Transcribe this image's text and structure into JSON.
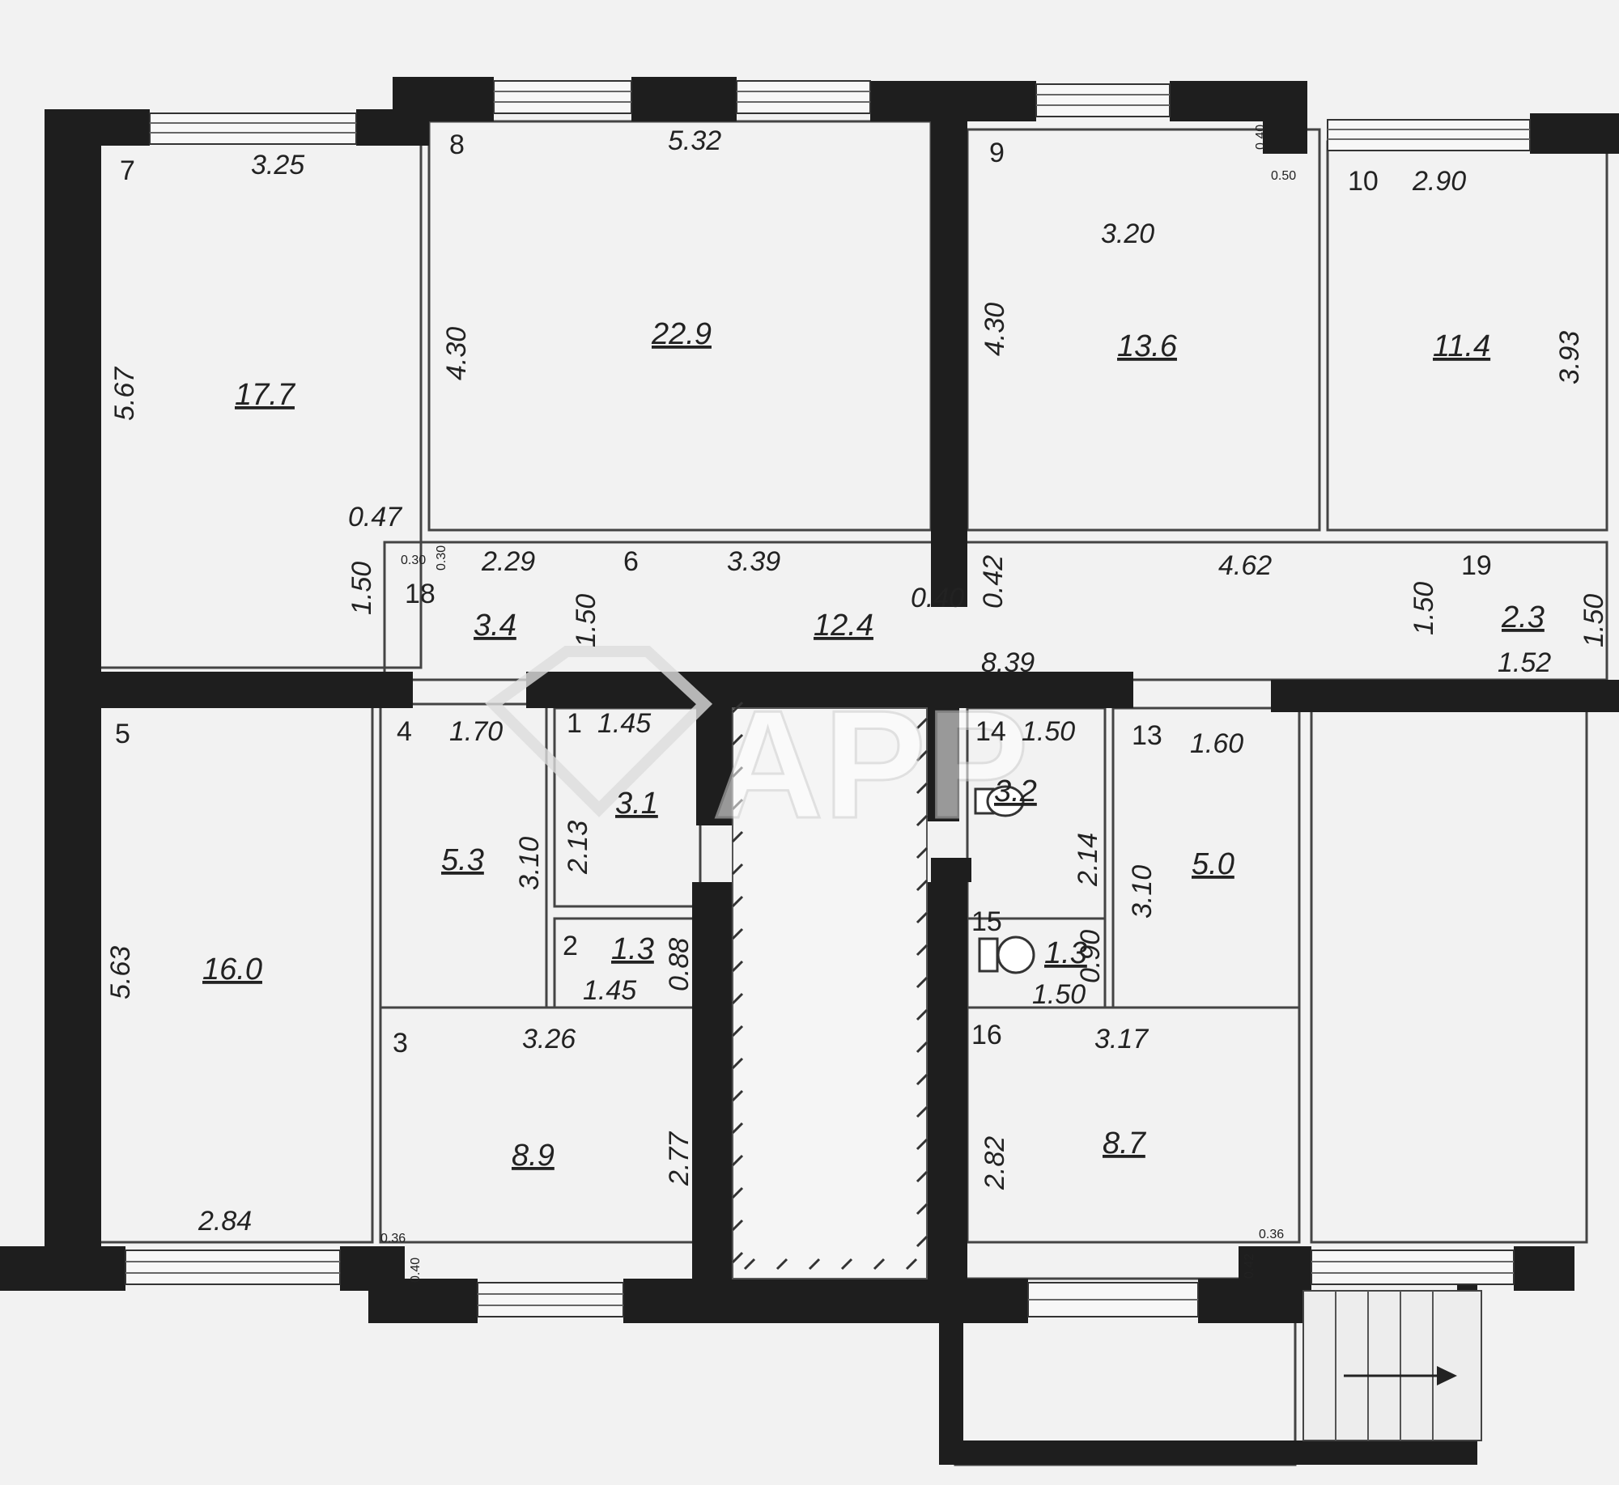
{
  "watermark": "APP",
  "colors": {
    "wall": "#1e1e1e",
    "background": "#f2f2f2",
    "ink": "#222222"
  },
  "rooms": [
    {
      "id": "room-7",
      "number": "7",
      "area": "17.7"
    },
    {
      "id": "room-8",
      "number": "8",
      "area": "22.9"
    },
    {
      "id": "room-9",
      "number": "9",
      "area": "13.6"
    },
    {
      "id": "room-10",
      "number": "10",
      "area": "11.4"
    },
    {
      "id": "room-18",
      "number": "18",
      "area": "3.4"
    },
    {
      "id": "room-6",
      "number": "6",
      "area": "12.4"
    },
    {
      "id": "room-19",
      "number": "19",
      "area": "2.3"
    },
    {
      "id": "room-5",
      "number": "5",
      "area": "16.0"
    },
    {
      "id": "room-4",
      "number": "4",
      "area": "5.3"
    },
    {
      "id": "room-1",
      "number": "1",
      "area": "3.1"
    },
    {
      "id": "room-2",
      "number": "2",
      "area": "1.3"
    },
    {
      "id": "room-3",
      "number": "3",
      "area": "8.9"
    },
    {
      "id": "room-14",
      "number": "14",
      "area": "3.2"
    },
    {
      "id": "room-13",
      "number": "13",
      "area": "5.0"
    },
    {
      "id": "room-15",
      "number": "15",
      "area": "1.3"
    },
    {
      "id": "room-16",
      "number": "16",
      "area": "8.7"
    }
  ],
  "dimensions": [
    "3.25",
    "5.67",
    "0.47",
    "1.50",
    "5.32",
    "4.30",
    "3.20",
    "4.30",
    "2.90",
    "3.93",
    "2.29",
    "1.50",
    "3.39",
    "0.40",
    "0.42",
    "4.62",
    "1.50",
    "1.50",
    "1.52",
    "8.39",
    "1.70",
    "1.45",
    "3.10",
    "2.13",
    "1.50",
    "1.60",
    "2.14",
    "3.10",
    "1.45",
    "0.88",
    "1.50",
    "0.90",
    "5.63",
    "3.26",
    "2.77",
    "3.17",
    "2.82",
    "2.84",
    "0.50",
    "0.40",
    "0.36",
    "0.40",
    "0.36",
    "0.42",
    "0.30",
    "0.30"
  ]
}
